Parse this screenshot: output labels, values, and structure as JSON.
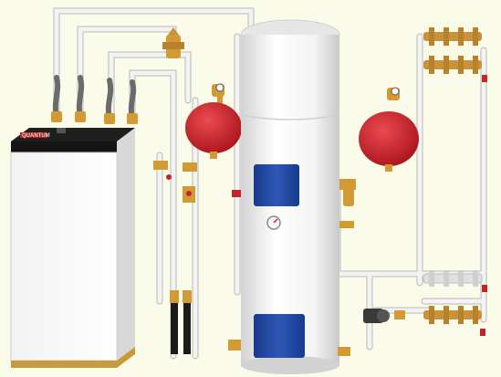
{
  "boiler": {
    "brand": "QUANTUM",
    "colors": {
      "body": "#f7f7f7",
      "side": "#dcdcdc",
      "top": "#1f1f1f",
      "accent": "#c01f1f",
      "base": "#c79a3c"
    }
  },
  "tank": {
    "colors": {
      "body": "#f5f5f5",
      "shade": "#d9d9d9",
      "panel": "#21449a",
      "gauge": "#f7f7f7"
    }
  },
  "expansion_vessels": {
    "count": 2,
    "color": "#d0202a"
  },
  "manifolds": {
    "count": 4,
    "color": "#c9913a"
  },
  "pipes": {
    "color": "#eeeeee",
    "outline": "#b8b8b8",
    "flex_hose_color": "#6b6b6b",
    "drain_color": "#1a1a1a"
  },
  "fittings": {
    "brass": "#d19a35",
    "valve_red": "#c4232a"
  }
}
